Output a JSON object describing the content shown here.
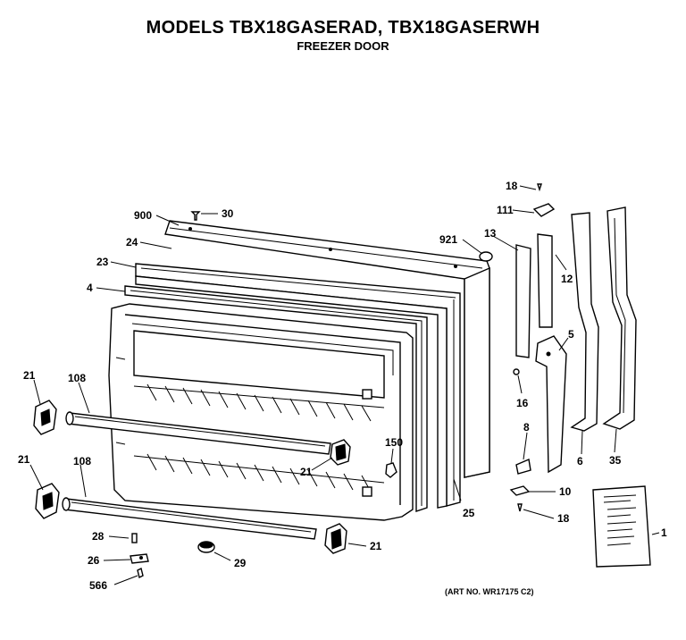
{
  "title": "MODELS TBX18GASERAD, TBX18GASERWH",
  "subtitle": "FREEZER DOOR",
  "art_number": "(ART NO. WR17175 C2)",
  "callouts": {
    "c18a": "18",
    "c111": "111",
    "c900": "900",
    "c30": "30",
    "c921": "921",
    "c13": "13",
    "c24": "24",
    "c12": "12",
    "c23": "23",
    "c4": "4",
    "c5": "5",
    "c21a": "21",
    "c108a": "108",
    "c16": "16",
    "c8": "8",
    "c150": "150",
    "c21b": "21",
    "c21c": "21",
    "c6": "6",
    "c35": "35",
    "c108b": "108",
    "c10": "10",
    "c25": "25",
    "c18b": "18",
    "c1": "1",
    "c28": "28",
    "c21d": "21",
    "c26": "26",
    "c29": "29",
    "c566": "566"
  }
}
